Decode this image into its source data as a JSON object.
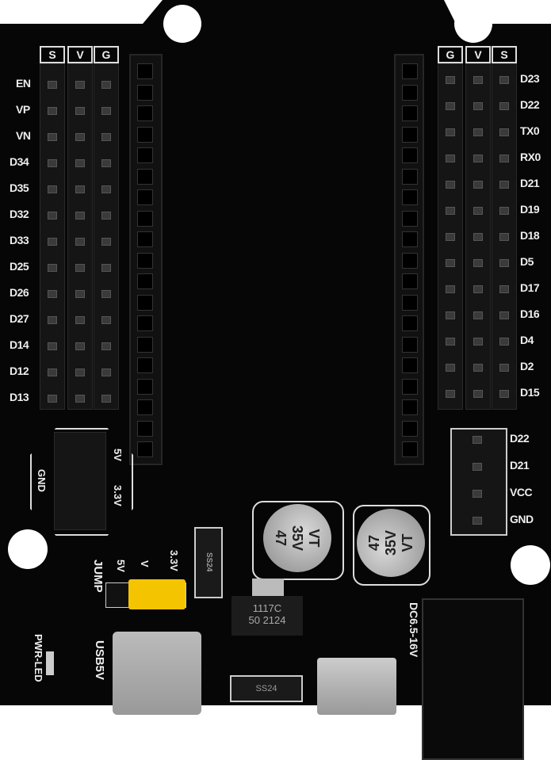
{
  "left_header": {
    "columns": [
      "S",
      "V",
      "G"
    ],
    "pins": [
      "EN",
      "VP",
      "VN",
      "D34",
      "D35",
      "D32",
      "D33",
      "D25",
      "D26",
      "D27",
      "D14",
      "D12",
      "D13"
    ]
  },
  "right_header": {
    "columns": [
      "G",
      "V",
      "S"
    ],
    "pins": [
      "D23",
      "D22",
      "TX0",
      "RX0",
      "D21",
      "D19",
      "D18",
      "D5",
      "D17",
      "D16",
      "D4",
      "D2",
      "D15"
    ]
  },
  "i2c_header": {
    "pins": [
      "D22",
      "D21",
      "VCC",
      "GND"
    ]
  },
  "power_header": {
    "gnd": "GND",
    "v5": "5V",
    "v33": "3.3V"
  },
  "jumper": {
    "label": "JUMP",
    "opt_5v": "5V",
    "opt_v": "V",
    "opt_33v": "3.3V"
  },
  "labels": {
    "pwr_led": "PWR-LED",
    "usb": "USB5V",
    "dc": "DC6.5-16V"
  },
  "capacitor": {
    "value": "47",
    "voltage": "35V",
    "series": "VT"
  },
  "regulator": {
    "line1": "1117C",
    "line2": "50 2124"
  },
  "diode": "SS24",
  "colors": {
    "board": "#060606",
    "jumper": "#f5c400",
    "silkscreen": "#eeeeee"
  }
}
